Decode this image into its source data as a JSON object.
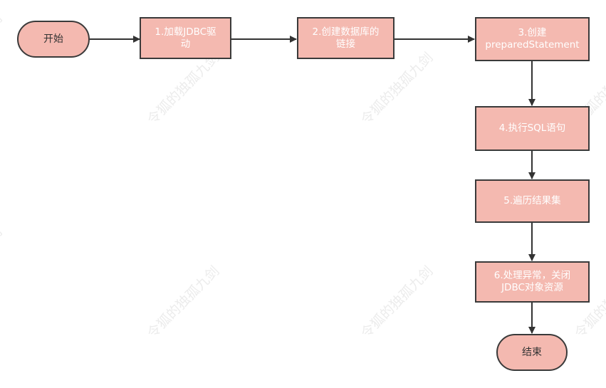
{
  "diagram": {
    "colors": {
      "node_fill": "#f4b9b0",
      "node_border": "#3a3a3a",
      "process_text": "#ffffff",
      "terminal_text": "#333333",
      "edge": "#333333",
      "watermark": "#ececec"
    },
    "nodes": {
      "start": "开始",
      "step1": "1.加载JDBC驱\n动",
      "step2": "2.创建数据库的\n链接",
      "step3": "3.创建\npreparedStatement",
      "step4": "4.执行SQL语句",
      "step5": "5.遍历结果集",
      "step6": "6.处理异常，关闭\nJDBC对象资源",
      "end": "结束"
    },
    "watermark_text": "令狐的独孤九剑",
    "edges": [
      [
        "start",
        "step1"
      ],
      [
        "step1",
        "step2"
      ],
      [
        "step2",
        "step3"
      ],
      [
        "step3",
        "step4"
      ],
      [
        "step4",
        "step5"
      ],
      [
        "step5",
        "step6"
      ],
      [
        "step6",
        "end"
      ]
    ]
  }
}
